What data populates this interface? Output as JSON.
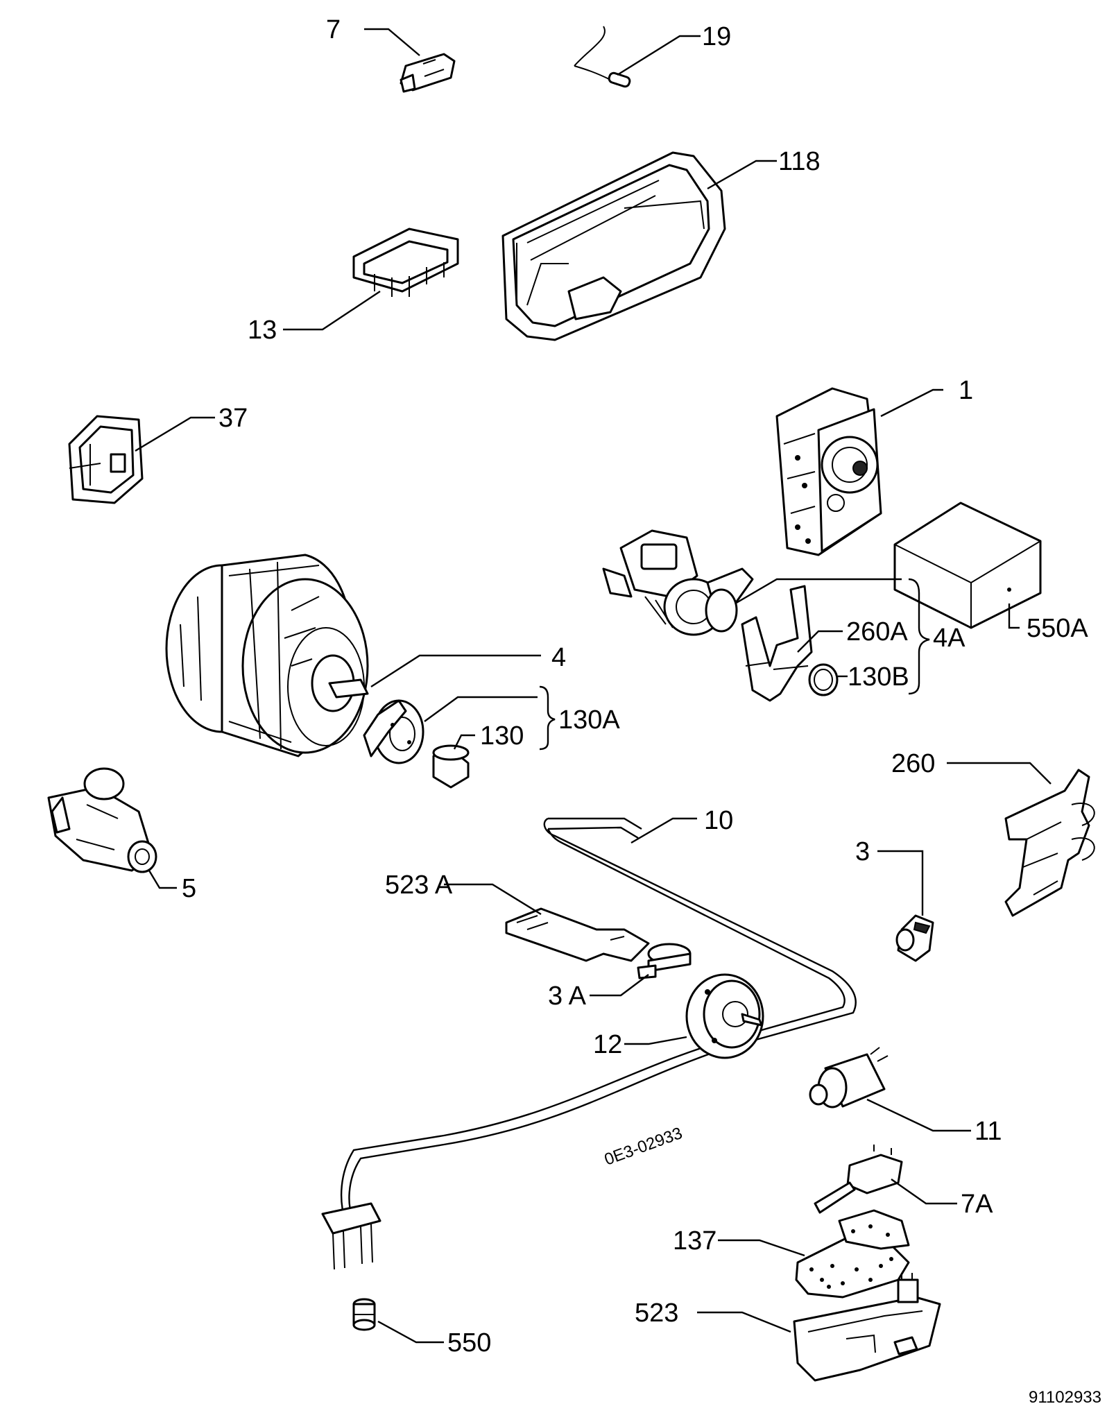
{
  "labels": {
    "p7": "7",
    "p19": "19",
    "p118": "118",
    "p13": "13",
    "p37": "37",
    "p1": "1",
    "p260A": "260A",
    "p4A": "4A",
    "p550A": "550A",
    "p130B": "130B",
    "p4": "4",
    "p130": "130",
    "p130A": "130A",
    "p260": "260",
    "p10": "10",
    "p5": "5",
    "p523A": "523 A",
    "p3": "3",
    "p3A": "3 A",
    "p12": "12",
    "p11": "11",
    "p7A": "7A",
    "p137": "137",
    "p523": "523",
    "p550": "550"
  },
  "pipe_marking": "0E3-02933",
  "document_number": "91102933"
}
